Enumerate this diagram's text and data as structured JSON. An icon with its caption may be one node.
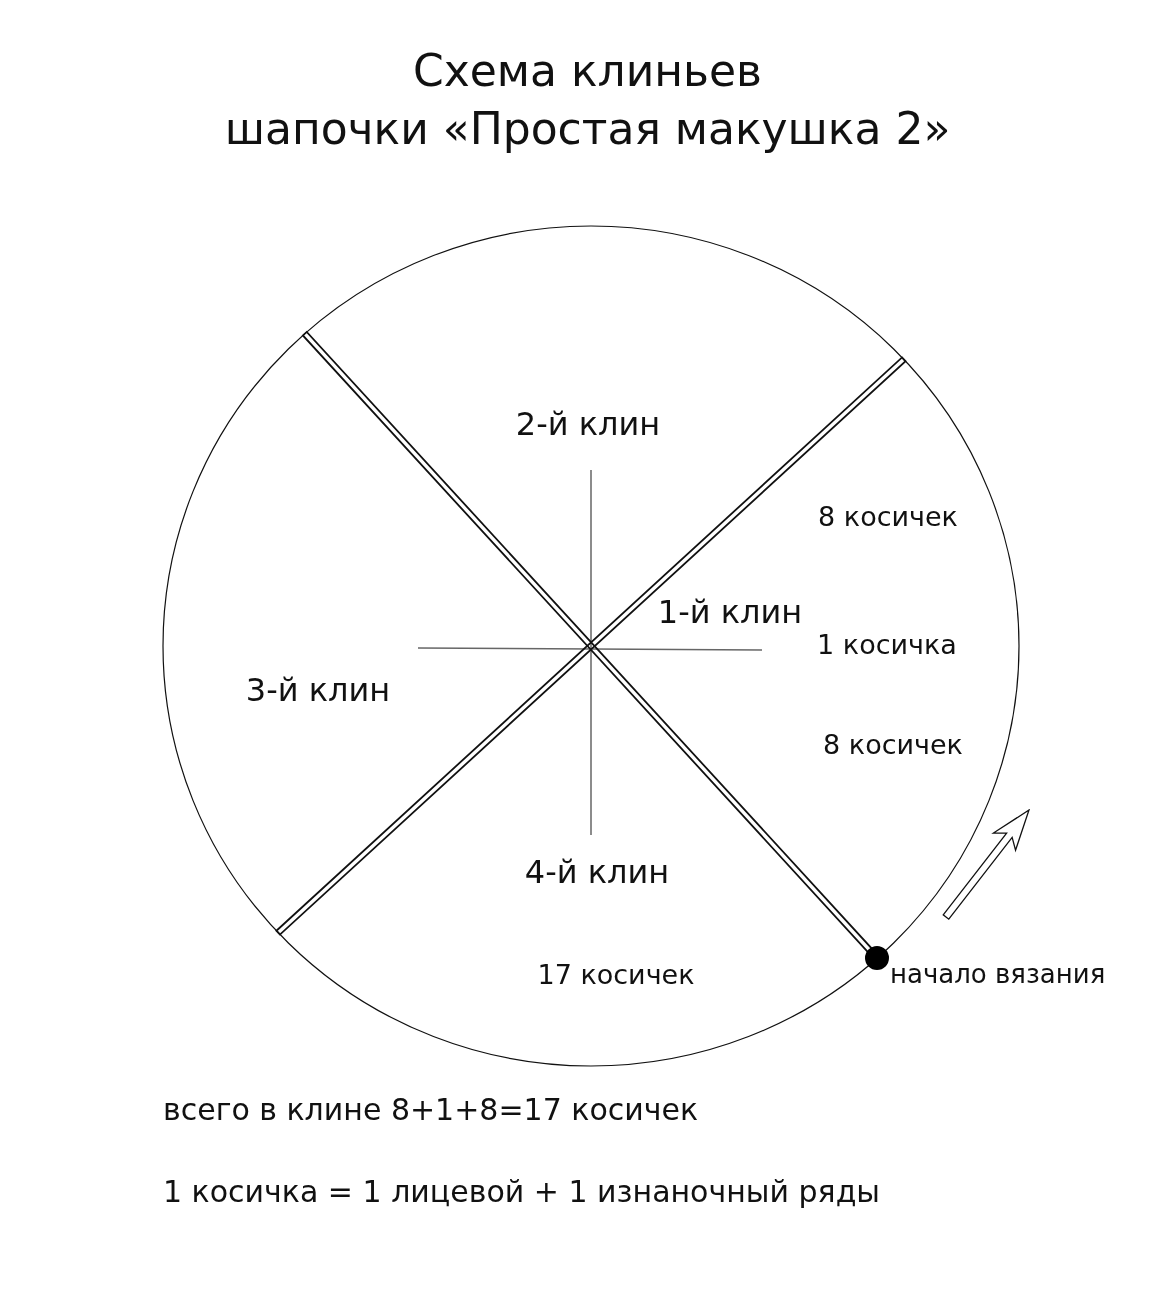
{
  "diagram": {
    "title": "Схема клиньев шапочки «Простая макушка 2»",
    "nodes": [
      {
        "text": [
          "2-й клин",
          "8 косичек",
          "1-й клин",
          "1 косичка",
          "3-й клин",
          "8 косичек",
          "4-й клин",
          "17 косичек"
        ]
      }
    ],
    "labels": [
      "начало вязания",
      "всего в клине 8+1+8=17 косичек",
      "1 косичка = 1 лицевой + 1 изнаночный ряды"
    ]
  }
}
